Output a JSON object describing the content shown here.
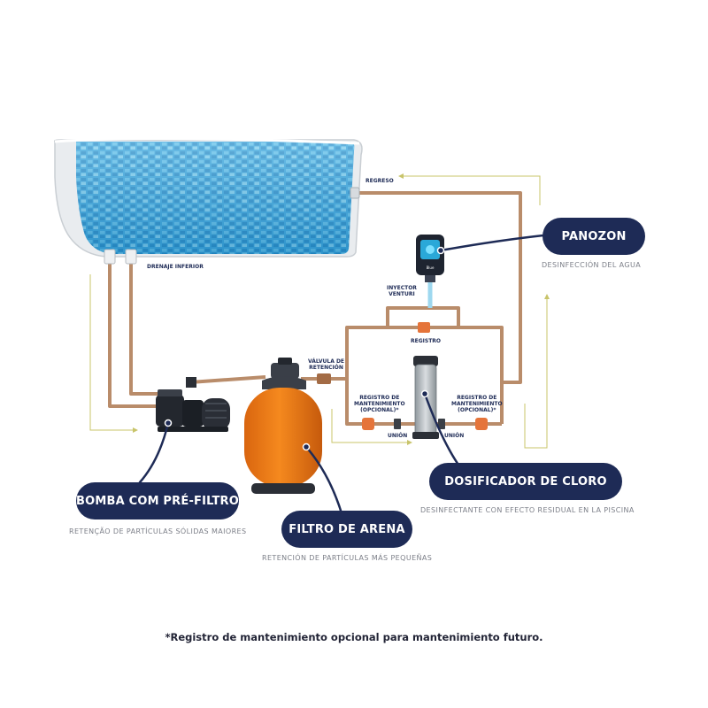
{
  "labels": {
    "regreso": "REGRESO",
    "drenaje_inferior": "DRENAJE INFERIOR",
    "inyector_venturi_l1": "INYECTOR",
    "inyector_venturi_l2": "VENTURI",
    "registro": "REGISTRO",
    "valvula_retencion_l1": "VÁLVULA DE",
    "valvula_retencion_l2": "RETENCIÓN",
    "registro_mant_left_l1": "REGISTRO DE",
    "registro_mant_left_l2": "MANTENIMIENTO",
    "registro_mant_left_l3": "(OPCIONAL)*",
    "registro_mant_right_l1": "REGISTRO DE",
    "registro_mant_right_l2": "MANTENIMIENTO",
    "registro_mant_right_l3": "(OPCIONAL)*",
    "union_left": "UNIÓN",
    "union_right": "UNIÓN",
    "panozon_device_text": "Blue"
  },
  "callouts": {
    "panozon": {
      "title": "PANOZON",
      "subtitle": "DESINFECCIÓN DEL AGUA"
    },
    "dosificador": {
      "title": "DOSIFICADOR DE CLORO",
      "subtitle": "DESINFECTANTE CON EFECTO RESIDUAL EN LA PISCINA"
    },
    "bomba": {
      "title": "BOMBA COM PRÉ-FILTRO",
      "subtitle": "RETENÇÃO DE PARTÍCULAS SÓLIDAS MAIORES"
    },
    "filtro": {
      "title": "FILTRO DE ARENA",
      "subtitle": "RETENCIÓN DE PARTÍCULAS MÁS PEQUEÑAS"
    }
  },
  "footnote": "*Registro de mantenimiento opcional para mantenimiento futuro.",
  "colors": {
    "pill": "#1e2b56",
    "pipe": "#b98c6a",
    "pipe_dark": "#7d5538",
    "flow_arrow": "#c8c46a",
    "filter_orange": "#f07d1a",
    "pool_blue": "#3aa6dd",
    "valve_orange": "#e5743a"
  }
}
